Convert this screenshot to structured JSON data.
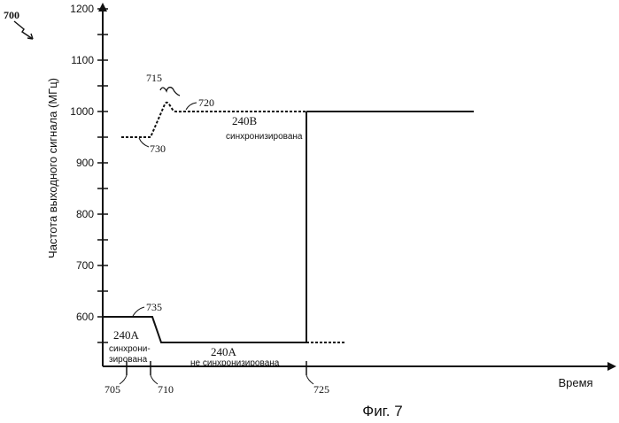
{
  "figure": {
    "number": "700",
    "caption": "Фиг. 7",
    "y_axis_label": "Частота выходного сигнала (МГц)",
    "x_axis_label": "Время",
    "y_ticks": [
      "1200",
      "1100",
      "1000",
      "900",
      "800",
      "700",
      "600"
    ]
  },
  "refs": {
    "r705": "705",
    "r710": "710",
    "r715": "715",
    "r720": "720",
    "r725": "725",
    "r730": "730",
    "r735": "735"
  },
  "labels": {
    "b_id": "240B",
    "b_state": "синхронизирована",
    "a1_id": "240A",
    "a1_state_line1": "синхрони-",
    "a1_state_line2": "зирована",
    "a2_id": "240A",
    "a2_state": "не синхронизирована"
  },
  "colors": {
    "ink": "#111111"
  }
}
